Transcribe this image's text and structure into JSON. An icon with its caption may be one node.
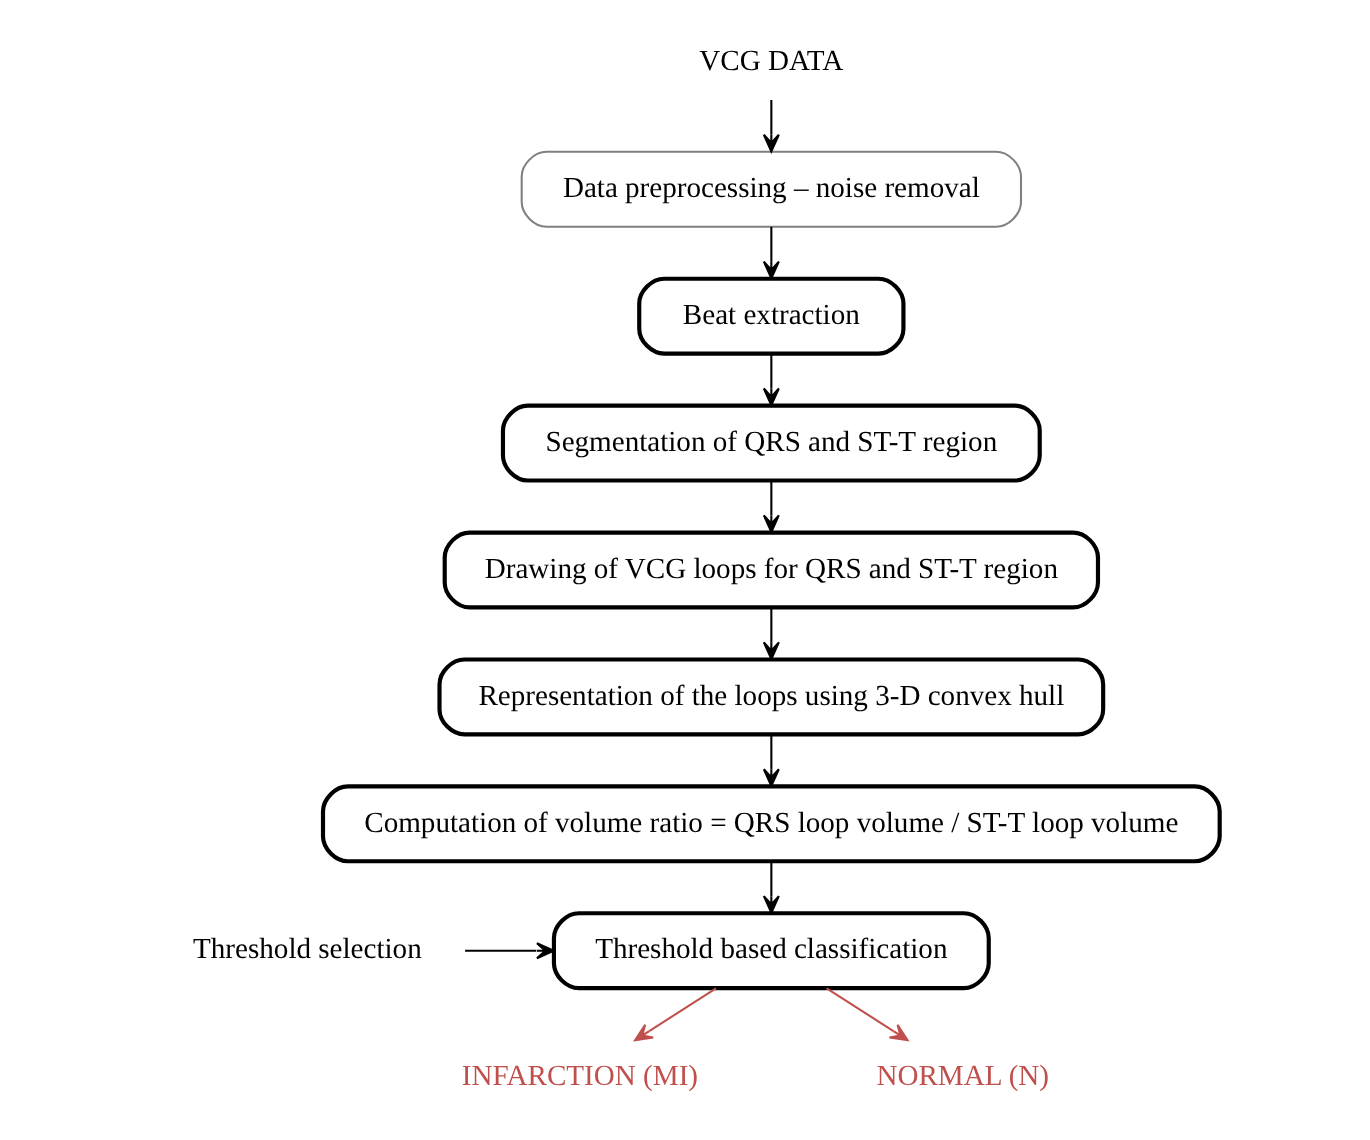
{
  "diagram": {
    "nodes": [
      {
        "text": [
          "VCG DATA"
        ]
      },
      {
        "text": [
          "Data preprocessing – noise removal"
        ]
      },
      {
        "text": [
          "Beat extraction"
        ]
      },
      {
        "text": [
          "Segmentation of QRS and ST-T region"
        ]
      },
      {
        "text": [
          "Drawing of VCG loops for QRS and ST-T region"
        ]
      },
      {
        "text": [
          "Representation of the loops using 3-D convex hull"
        ]
      },
      {
        "text": [
          "Computation of volume ratio = QRS loop volume / ST-T loop volume"
        ]
      },
      {
        "text": [
          "Threshold based classification"
        ]
      },
      {
        "text": [
          "Threshold selection"
        ]
      },
      {
        "text": [
          "INFARCTION (MI)"
        ]
      },
      {
        "text": [
          "NORMAL (N)"
        ]
      }
    ],
    "edges": [
      {
        "from": 0,
        "to": 1,
        "arrow": "to"
      },
      {
        "from": 1,
        "to": 2,
        "arrow": "to"
      },
      {
        "from": 2,
        "to": 3,
        "arrow": "to"
      },
      {
        "from": 3,
        "to": 4,
        "arrow": "to"
      },
      {
        "from": 4,
        "to": 5,
        "arrow": "to"
      },
      {
        "from": 5,
        "to": 6,
        "arrow": "to"
      },
      {
        "from": 6,
        "to": 7,
        "arrow": "to"
      },
      {
        "from": 8,
        "to": 7,
        "arrow": "to"
      },
      {
        "from": 7,
        "to": 9,
        "arrow": "to",
        "color": "#c0504d"
      },
      {
        "from": 7,
        "to": 10,
        "arrow": "to",
        "color": "#c0504d"
      }
    ]
  }
}
